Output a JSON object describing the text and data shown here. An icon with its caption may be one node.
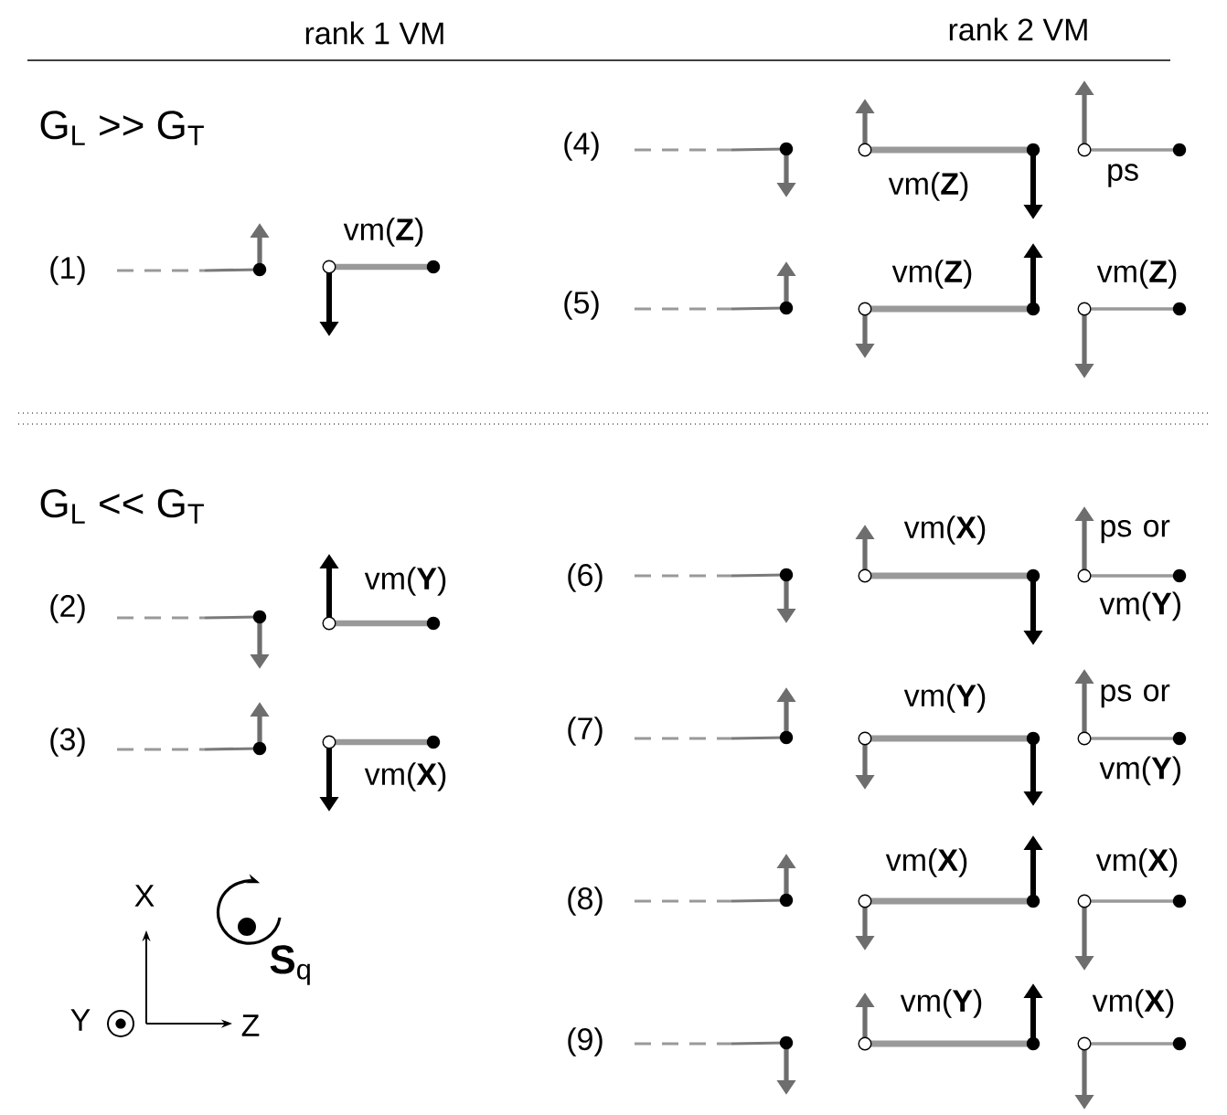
{
  "diagram": {
    "labels": [
      "rank 1 VM",
      "rank 2 VM",
      "G$_{L}$ >> G$_{T}$",
      "(4)",
      "vm(**Z**)",
      "ps",
      "(1)",
      "vm(**Z**)",
      "(5)",
      "vm(**Z**)",
      "vm(**Z**)",
      "G$_{L}$ << G$_{T}$",
      "(6)",
      "vm(**X**)",
      "ps or vm(**Y**)",
      "(2)",
      "vm(**Y**)",
      "(3)",
      "vm(**X**)",
      "(7)",
      "vm(**Y**)",
      "ps or vm(**Y**)",
      "X",
      "(8)",
      "vm(**X**)",
      "vm(**X**)",
      "**S**$_{q}$",
      "Y",
      "Z",
      "(9)",
      "vm(**Y**)",
      "vm(**X**)"
    ]
  }
}
